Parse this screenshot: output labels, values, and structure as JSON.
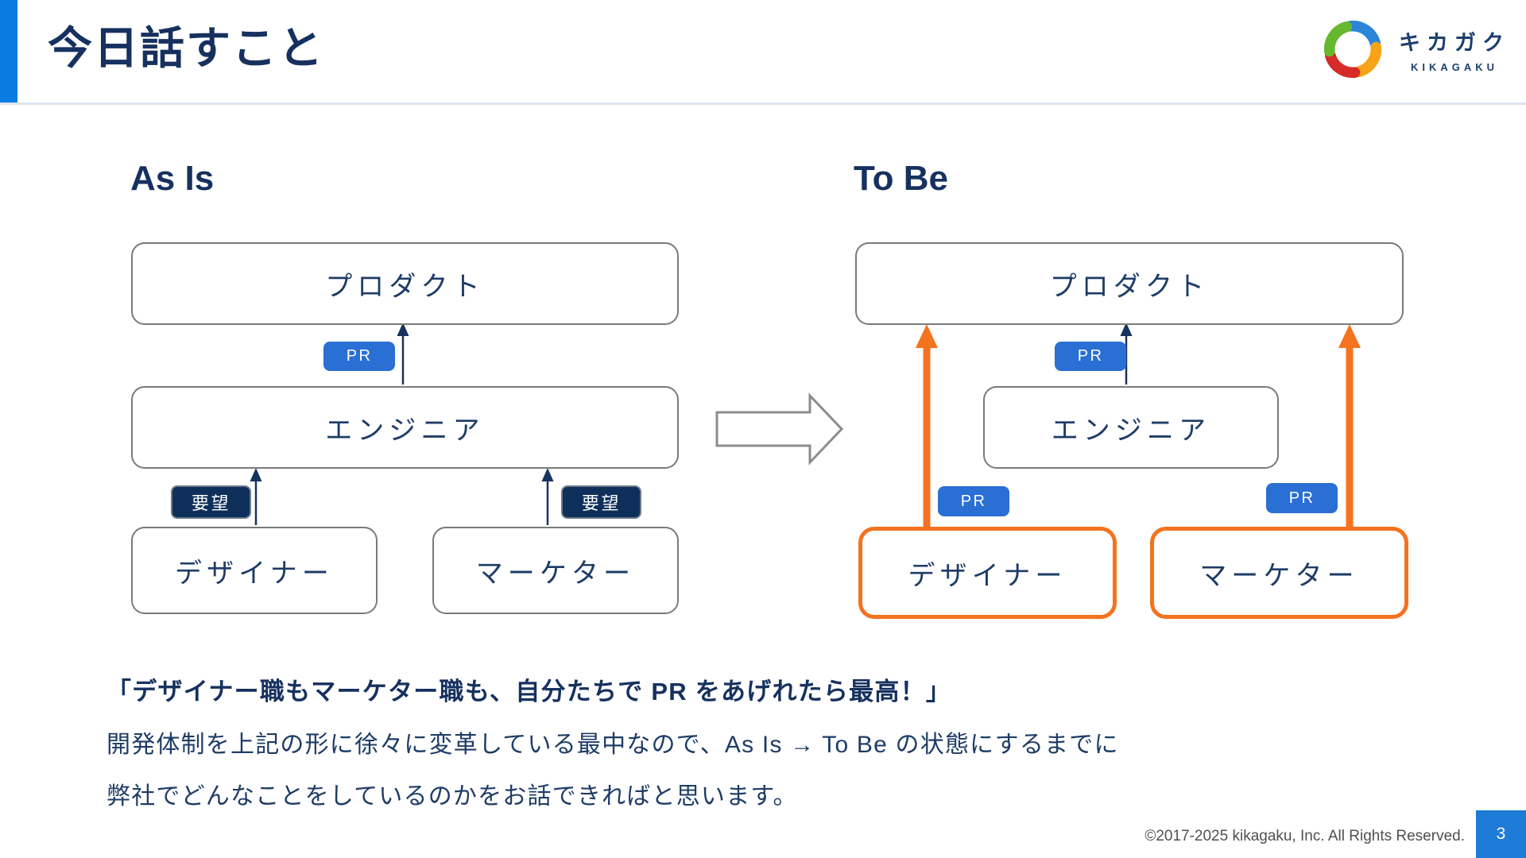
{
  "header": {
    "title": "今日話すこと",
    "logo": {
      "jp": "キカガク",
      "en": "KIKAGAKU"
    }
  },
  "as_is": {
    "heading": "As Is",
    "product": "プロダクト",
    "engineer": "エンジニア",
    "designer": "デザイナー",
    "marketer": "マーケター",
    "pr_badge": "PR",
    "request_badge_left": "要望",
    "request_badge_right": "要望"
  },
  "to_be": {
    "heading": "To Be",
    "product": "プロダクト",
    "engineer": "エンジニア",
    "designer": "デザイナー",
    "marketer": "マーケター",
    "pr_badge_center": "PR",
    "pr_badge_left": "PR",
    "pr_badge_right": "PR"
  },
  "body": {
    "line1": "「デザイナー職もマーケター職も、自分たちで PR をあげれたら最高！」",
    "line2": "開発体制を上記の形に徐々に変革している最中なので、As Is → To Be の状態にするまでに",
    "line3": "弊社でどんなことをしているのかをお話できればと思います。"
  },
  "footer": {
    "copyright": "©2017-2025 kikagaku, Inc. All Rights Reserved.",
    "page": "3"
  },
  "colors": {
    "navy": "#16315f",
    "body_text": "#1e3c66",
    "brand_blue": "#0a7be0",
    "pr_badge_blue": "#2a6fd4",
    "request_badge_navy": "#0e2f5a",
    "orange": "#f4731f",
    "box_border_gray": "#7a7a7a",
    "footer_gray": "#4f4f4f",
    "page_badge_blue": "#1e7bd7"
  }
}
